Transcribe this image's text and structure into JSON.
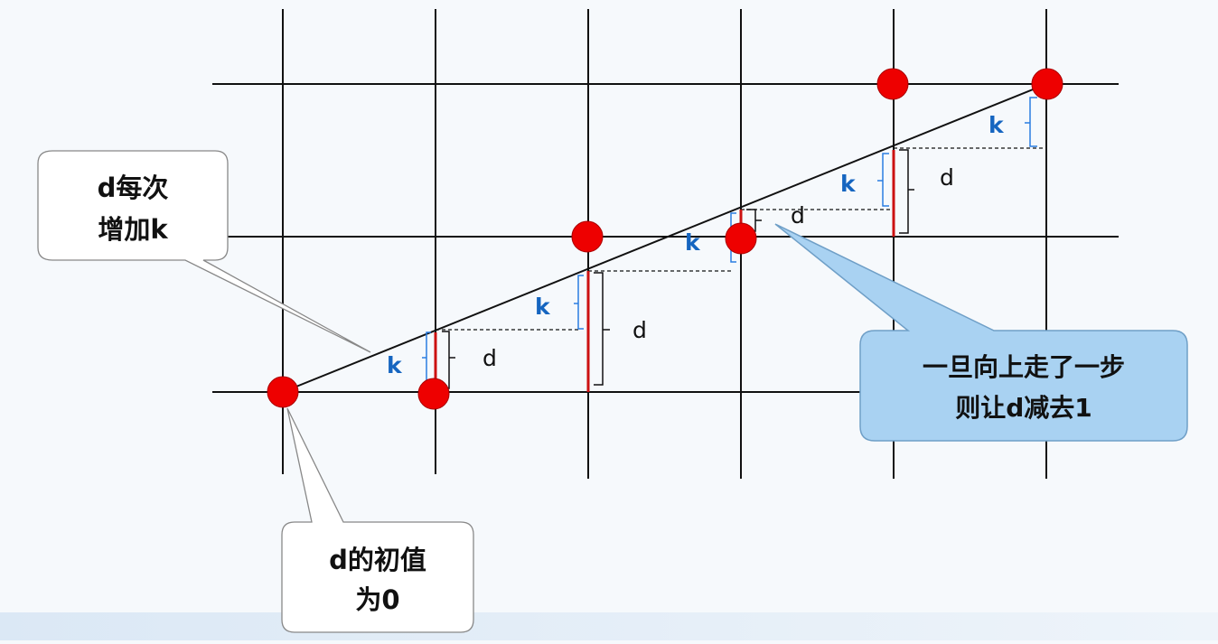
{
  "diagram": {
    "callouts": {
      "increment_line1": "d每次",
      "increment_line2": "增加k",
      "initial_line1": "d的初值",
      "initial_line2": "为0",
      "step_line1": "一旦向上走了一步",
      "step_line2": "则让d减去1"
    },
    "labels": {
      "k": "k",
      "d": "d"
    },
    "colors": {
      "grid": "#111111",
      "pixel": "#ee0000",
      "pixel_stroke": "#aa0000",
      "k_label": "#1565c0",
      "k_brace": "#2a7de1",
      "error_bar": "#cc1111",
      "callout_blue": "#a9d2f2",
      "callout_blue_stroke": "#6f9fc7",
      "callout_white_stroke": "#888888"
    }
  }
}
